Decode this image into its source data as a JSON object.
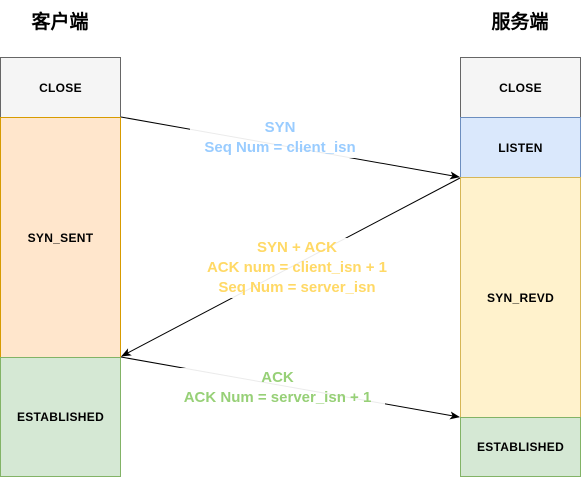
{
  "lanes": {
    "client_title": "客户端",
    "server_title": "服务端"
  },
  "client_states": {
    "close": "CLOSE",
    "syn_sent": "SYN_SENT",
    "established": "ESTABLISHED"
  },
  "server_states": {
    "close": "CLOSE",
    "listen": "LISTEN",
    "syn_revd": "SYN_REVD",
    "established": "ESTABLISHED"
  },
  "messages": {
    "syn": {
      "line1": "SYN",
      "line2": "Seq Num = client_isn"
    },
    "syn_ack": {
      "line1": "SYN + ACK",
      "line2": "ACK num = client_isn + 1",
      "line3": "Seq Num = server_isn"
    },
    "ack": {
      "line1": "ACK",
      "line2": "ACK Num = server_isn + 1"
    }
  },
  "colors": {
    "syn_text": "#99ccff",
    "syn_ack_text": "#ffd966",
    "ack_text": "#97d077",
    "close_fill": "#f5f5f5",
    "listen_fill": "#dae8fc",
    "syn_sent_fill": "#ffe6cc",
    "syn_revd_fill": "#fff2cc",
    "established_fill": "#d5e8d4",
    "arrow": "#000000"
  }
}
